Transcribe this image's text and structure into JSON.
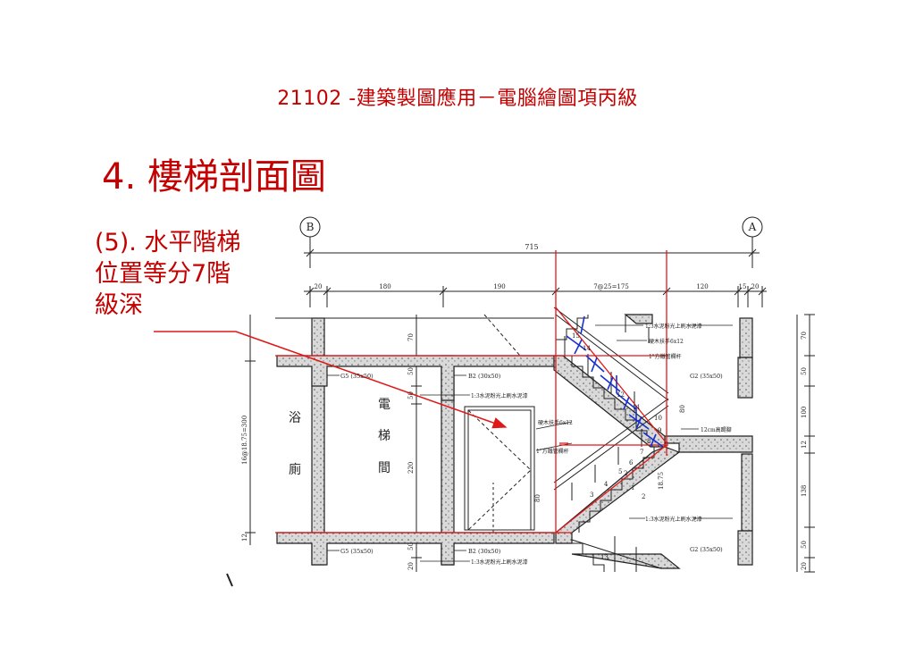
{
  "header": "21102 -建築製圖應用－電腦繪圖項丙級",
  "slide_title": "4. 樓梯剖面圖",
  "note_lines": [
    "(5). 水平階梯",
    "位置等分7階",
    "級深"
  ],
  "colors": {
    "accent": "#c40000",
    "construction_lines": "#e01818",
    "division_marks": "#1a2fcc",
    "drawing_lines": "#222222"
  },
  "drawing": {
    "grid_bubbles": [
      "B",
      "A"
    ],
    "dim_total": "715",
    "dims_top": [
      "20",
      "180",
      "190",
      "7@25=175",
      "120",
      "15",
      "20"
    ],
    "dims_left_overall": "16@18.75=300",
    "dims_left": [
      "12"
    ],
    "dims_right": [
      "70",
      "50",
      "100",
      "12",
      "138",
      "50",
      "20"
    ],
    "dims_center_vert": [
      "70",
      "50",
      "50",
      "220",
      "50",
      "20"
    ],
    "room_labels": {
      "bath": [
        "浴",
        "廁"
      ],
      "elevator": [
        "電",
        "梯",
        "間"
      ]
    },
    "beam_labels": {
      "g5_top": "G5 (35x50)",
      "g5_bottom": "G5 (35x50)",
      "b2_top": "B2 (30x50)",
      "b2_bottom": "B2 (30x50)",
      "g2_top": "G2 (35x50)",
      "g2_bottom": "G2 (35x50)"
    },
    "annotations": {
      "finish_1": "1:3水泥粉光上刷水泥漆",
      "finish_2": "1:3水泥粉光上刷水泥漆",
      "finish_3": "1:3水泥粉光上刷水泥漆",
      "finish_4": "1:3水泥粉光上刷水泥漆",
      "handrail_1": "硬木扶手6x12",
      "handrail_2": "硬木扶手6x12",
      "rail_1": "1\"方鐵管欄杆",
      "rail_2": "1\"方鐵管欄杆",
      "parapet": "12cm高踢腳"
    },
    "step_numbers": [
      "2",
      "3",
      "4",
      "5",
      "6",
      "7",
      "8",
      "9",
      "10",
      "11",
      "12",
      "13",
      "14",
      "15"
    ],
    "misc_dims": {
      "h80a": "80",
      "h80b": "80",
      "rise": "18.75",
      "one": "1",
      "two": "2"
    }
  }
}
